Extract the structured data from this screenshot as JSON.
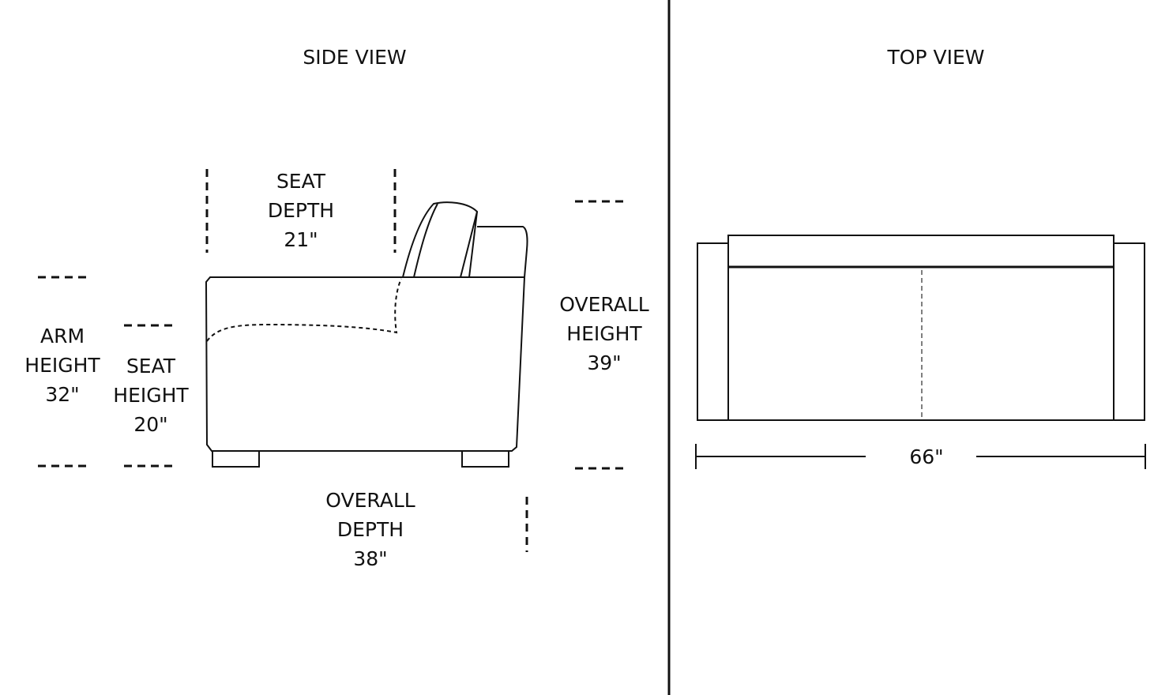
{
  "side_view": {
    "title": "SIDE VIEW",
    "dims": {
      "seat_depth": {
        "line1": "SEAT",
        "line2": "DEPTH",
        "value": "21\""
      },
      "arm_height": {
        "line1": "ARM",
        "line2": "HEIGHT",
        "value": "32\""
      },
      "seat_height": {
        "line1": "SEAT",
        "line2": "HEIGHT",
        "value": "20\""
      },
      "overall_height": {
        "line1": "OVERALL",
        "line2": "HEIGHT",
        "value": "39\""
      },
      "overall_depth": {
        "line1": "OVERALL",
        "line2": "DEPTH",
        "value": "38\""
      }
    }
  },
  "top_view": {
    "title": "TOP VIEW",
    "width_value": "66\""
  },
  "colors": {
    "ink": "#111111",
    "background": "#ffffff"
  }
}
